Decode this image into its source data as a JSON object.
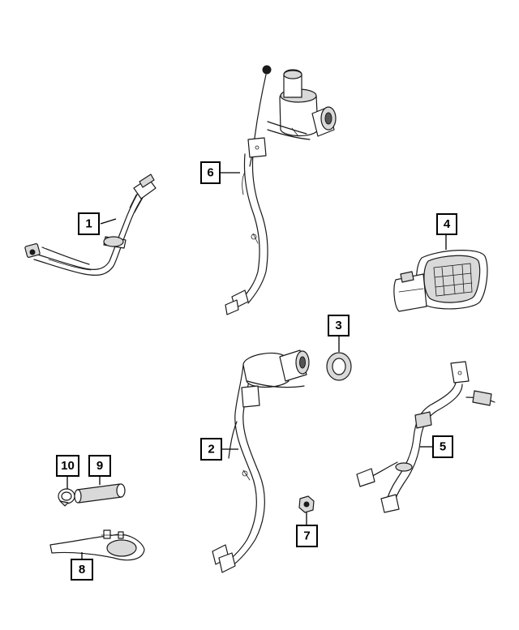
{
  "callouts": [
    {
      "id": "1",
      "label": "1"
    },
    {
      "id": "2",
      "label": "2"
    },
    {
      "id": "3",
      "label": "3"
    },
    {
      "id": "4",
      "label": "4"
    },
    {
      "id": "5",
      "label": "5"
    },
    {
      "id": "6",
      "label": "6"
    },
    {
      "id": "7",
      "label": "7"
    },
    {
      "id": "8",
      "label": "8"
    },
    {
      "id": "9",
      "label": "9"
    },
    {
      "id": "10",
      "label": "10"
    }
  ],
  "colors": {
    "line": "#1a1a1a",
    "background": "#ffffff",
    "shade": "#d9d9d9"
  }
}
